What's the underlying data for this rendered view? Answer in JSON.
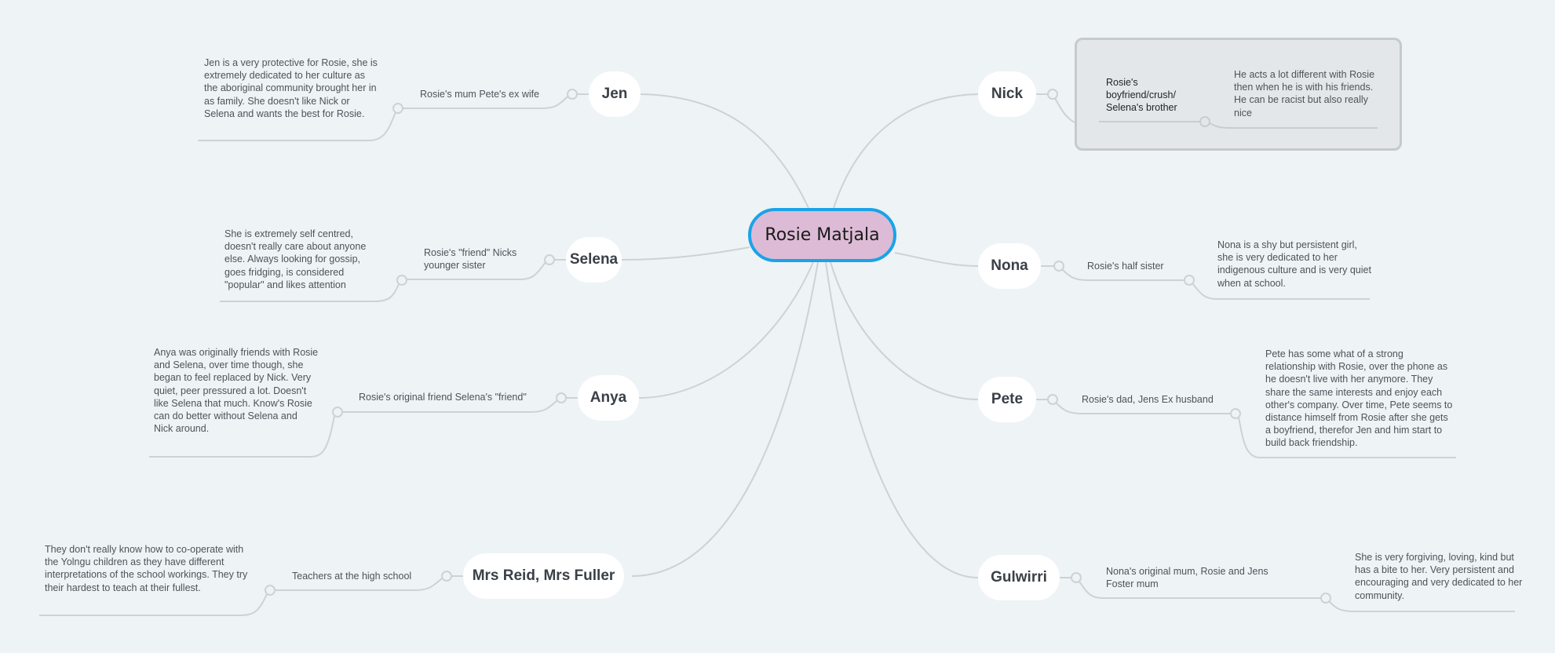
{
  "central": {
    "label": "Rosie Matjala",
    "fill": "#ddbbd6",
    "border": "#1aa3e8"
  },
  "branches": [
    {
      "name": "Jen",
      "side": "left",
      "relation": "Rosie's mum Pete's ex wife",
      "note": "Jen is a very protective for Rosie, she is extremely dedicated to her culture as the aboriginal community brought her in as family. She doesn't like Nick or Selena and wants the best for Rosie."
    },
    {
      "name": "Selena",
      "side": "left",
      "relation": "Rosie's \"friend\" Nicks younger sister",
      "note": "She is extremely self centred, doesn't really care about anyone else. Always looking for gossip, goes fridging, is considered \"popular\" and likes attention"
    },
    {
      "name": "Anya",
      "side": "left",
      "relation": "Rosie's original friend Selena's \"friend\"",
      "note": "Anya was originally friends with Rosie and Selena, over time though, she began to feel replaced by Nick. Very quiet, peer pressured a lot. Doesn't like Selena that much. Know's Rosie can do better without Selena and Nick around."
    },
    {
      "name": "Mrs Reid, Mrs Fuller",
      "side": "left",
      "relation": "Teachers at the high school",
      "note": "They don't really know how to co-operate with the Yolngu children as they have different interpretations of the school workings. They try their hardest to teach at their fullest."
    },
    {
      "name": "Nick",
      "side": "right",
      "highlighted": true,
      "relation": "Rosie's boyfriend/crush/ Selena's brother",
      "note": "He acts a lot different with Rosie then when he is with his friends. He can be racist but also really nice"
    },
    {
      "name": "Nona",
      "side": "right",
      "relation": "Rosie's half sister",
      "note": "Nona is a shy but persistent girl, she is very dedicated to her indigenous culture and is very quiet when at school."
    },
    {
      "name": "Pete",
      "side": "right",
      "relation": "Rosie's dad, Jens Ex husband",
      "note": "Pete has some what of a strong relationship with Rosie, over the phone as he doesn't live with her anymore. They share the same interests and enjoy each other's company. Over time, Pete seems to distance himself from Rosie after she gets a boyfriend, therefor Jen and him start to build back friendship."
    },
    {
      "name": "Gulwirri",
      "side": "right",
      "relation": "Nona's original mum, Rosie and Jens Foster mum",
      "note": "She is very forgiving, loving, kind but has a bite to her. Very persistent and encouraging and very dedicated to her community."
    }
  ],
  "colors": {
    "background": "#eef3f6",
    "line": "#cdd2d6",
    "node_fill": "#ffffff",
    "node_text": "#3a4047",
    "note_text": "#4d5359",
    "highlight_box": "#e3e7ea"
  }
}
